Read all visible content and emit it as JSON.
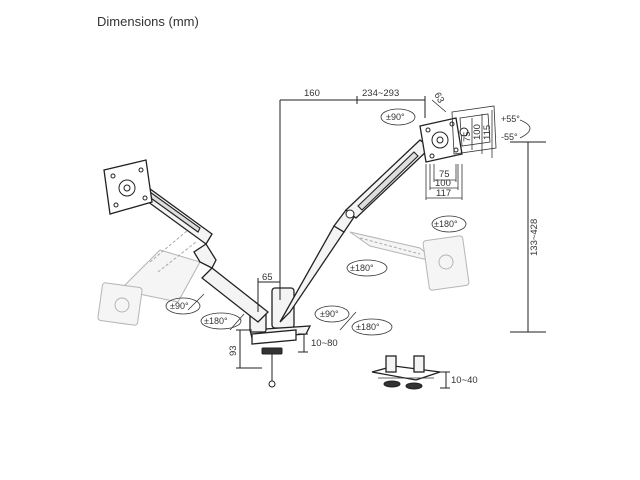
{
  "title": "Dimensions (mm)",
  "dimensions": {
    "arm_upper": "160",
    "arm_extension": "234~293",
    "tilt_offset": "63",
    "vesa_x_75": "75",
    "vesa_x_100": "100",
    "vesa_x_117": "117",
    "vesa_y_75": "75",
    "vesa_y_100": "100",
    "vesa_y_115": "115",
    "height_range": "133~428",
    "pole_width": "65",
    "clamp_height": "93",
    "clamp_range": "10~80",
    "grommet_range": "10~40"
  },
  "rotations": {
    "tilt_up": "+55°",
    "tilt_down": "-55°",
    "rot_top_right": "±90°",
    "rot_right_panel": "±180°",
    "rot_right_arm": "±180°",
    "rot_left_panel": "±90°",
    "rot_left_arm": "±180°",
    "rot_base_a": "±90°",
    "rot_base_b": "±180°"
  }
}
